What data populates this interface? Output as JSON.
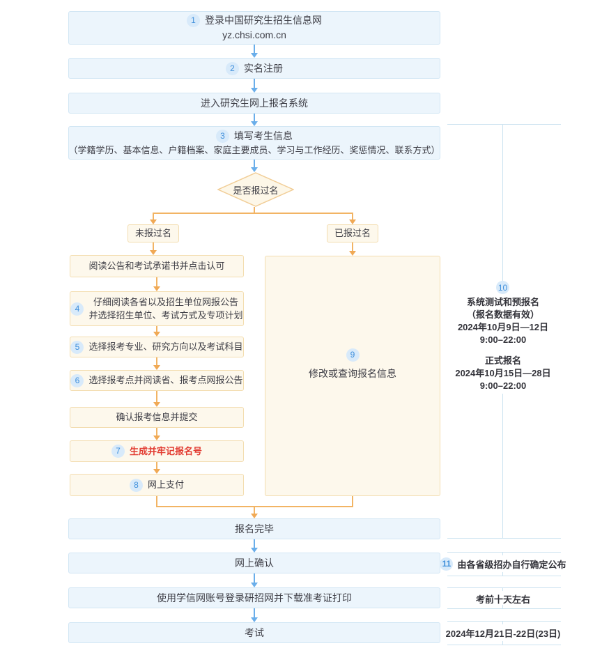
{
  "flow": {
    "login": {
      "num": "1",
      "line1": "登录中国研究生招生信息网",
      "line2": "yz.chsi.com.cn"
    },
    "register": {
      "num": "2",
      "label": "实名注册"
    },
    "enter": {
      "label": "进入研究生网上报名系统"
    },
    "fill_info": {
      "num": "3",
      "title": "填写考生信息",
      "detail": "（学籍学历、基本信息、户籍档案、家庭主要成员、学习与工作经历、奖惩情况、联系方式）"
    },
    "decision": {
      "label": "是否报过名"
    },
    "branch_no": {
      "label": "未报过名"
    },
    "branch_yes": {
      "label": "已报过名"
    },
    "read_notice": {
      "label": "阅读公告和考试承诺书并点击认可"
    },
    "read_bulletin": {
      "num": "4",
      "line1": "仔细阅读各省以及招生单位网报公告",
      "line2": "并选择招生单位、考试方式及专项计划"
    },
    "choose_major": {
      "num": "5",
      "label": "选择报考专业、研究方向以及考试科目"
    },
    "choose_site": {
      "num": "6",
      "label": "选择报考点并阅读省、报考点网报公告"
    },
    "confirm_submit": {
      "label": "确认报考信息并提交"
    },
    "remember_id": {
      "num": "7",
      "label": "生成并牢记报名号"
    },
    "pay_online": {
      "num": "8",
      "label": "网上支付"
    },
    "modify_query": {
      "num": "9",
      "label": "修改或查询报名信息"
    },
    "done": {
      "label": "报名完毕"
    },
    "online_confirm": {
      "label": "网上确认"
    },
    "download_print": {
      "label": "使用学信网账号登录研招网并下载准考证打印"
    },
    "exam": {
      "label": "考试"
    }
  },
  "annotations": {
    "schedule": {
      "num": "10",
      "test_title": "系统测试和预报名",
      "test_note": "（报名数据有效）",
      "test_date": "2024年10月9日—12日",
      "test_time": "9:00–22:00",
      "formal_title": "正式报名",
      "formal_date": "2024年10月15日—28日",
      "formal_time": "9:00–22:00"
    },
    "confirm_note": {
      "num": "11",
      "label": "由各省级招办自行确定公布"
    },
    "download_note": {
      "label": "考前十天左右"
    },
    "exam_note": {
      "label": "2024年12月21日-22日(23日)"
    }
  },
  "colors": {
    "box_blue_bg": "#ecf5fc",
    "box_blue_border": "#d2e6f4",
    "box_cream_bg": "#fdf8ec",
    "box_cream_border": "#f3ddb0",
    "arrow_blue": "#6aaeea",
    "arrow_orange": "#f0a955",
    "badge_bg": "#d8eafa",
    "badge_text": "#3f8fdb",
    "alert_red": "#e23b31",
    "bracket_line": "#cde3f0"
  }
}
